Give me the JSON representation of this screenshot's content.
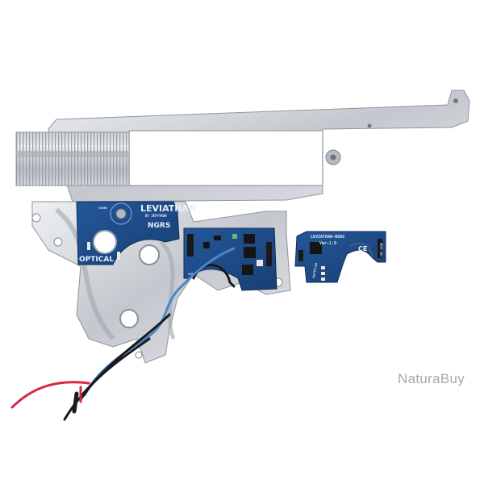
{
  "photo": {
    "subject": "Airsoft V2 gearbox shell with Leviathan NGRS optical electronic trigger unit",
    "background_color": "#ffffff",
    "colors": {
      "aluminium": "#c9ccd2",
      "aluminium_dark": "#8d9299",
      "pcb_blue": "#1f4c86",
      "pcb_blue_dark": "#173a6a",
      "wire_blue": "#4a86c8",
      "wire_black": "#1a1a1a",
      "wire_red": "#d8263f"
    }
  },
  "main_board": {
    "brand": "LEVIATHAN",
    "sub_brand": "BY JEFFTRON",
    "model": "NGRS",
    "label_optical": "OPTICAL",
    "label_screw": "SCREW",
    "label_screw_2": "SCREW"
  },
  "secondary_board": {
    "title": "LEVIATHAN-NGRS",
    "version": "Ver-1.0",
    "ce_mark": "CE",
    "brand_vertical": "Jefftron",
    "edge_label": "TOP SIDE"
  },
  "watermark": {
    "text": "NaturaBuy"
  }
}
